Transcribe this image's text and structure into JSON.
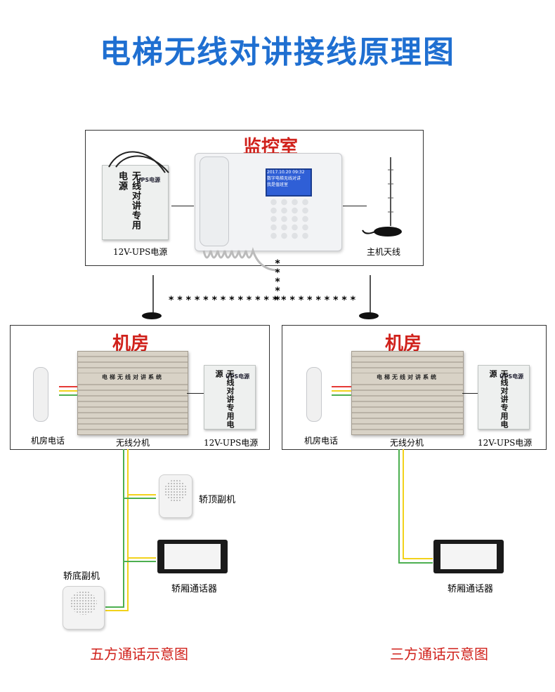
{
  "title": "电梯无线对讲接线原理图",
  "monitor_room": {
    "title": "监控室",
    "ups_label": "12V-UPS电源",
    "antenna_label": "主机天线",
    "host_screen": [
      "2017.10.20 09:32",
      "数字电梯无线对讲",
      "我是值班室"
    ]
  },
  "machine_room_left": {
    "title": "机房",
    "phone_label": "机房电话",
    "unit_label": "无线分机",
    "ups_label": "12V-UPS电源",
    "cabinet_text": "电梯无线对讲系统"
  },
  "machine_room_right": {
    "title": "机房",
    "phone_label": "机房电话",
    "unit_label": "无线分机",
    "ups_label": "12V-UPS电源",
    "cabinet_text": "电梯无线对讲系统"
  },
  "ups_device": {
    "brand": "UPS电源",
    "vertical_text": "无线对讲专用电源"
  },
  "car_top_label": "轿顶副机",
  "car_bottom_label": "轿底副机",
  "car_talker_label_left": "轿厢通话器",
  "car_talker_label_right": "轿厢通话器",
  "caption_left": "五方通话示意图",
  "caption_right": "三方通话示意图",
  "wireless_link": "**********************",
  "colors": {
    "title_blue": "#1f6fd1",
    "room_red": "#d0211b",
    "wire_green": "#4caf50",
    "wire_yellow": "#f2d21b",
    "wire_red": "#e53935"
  }
}
